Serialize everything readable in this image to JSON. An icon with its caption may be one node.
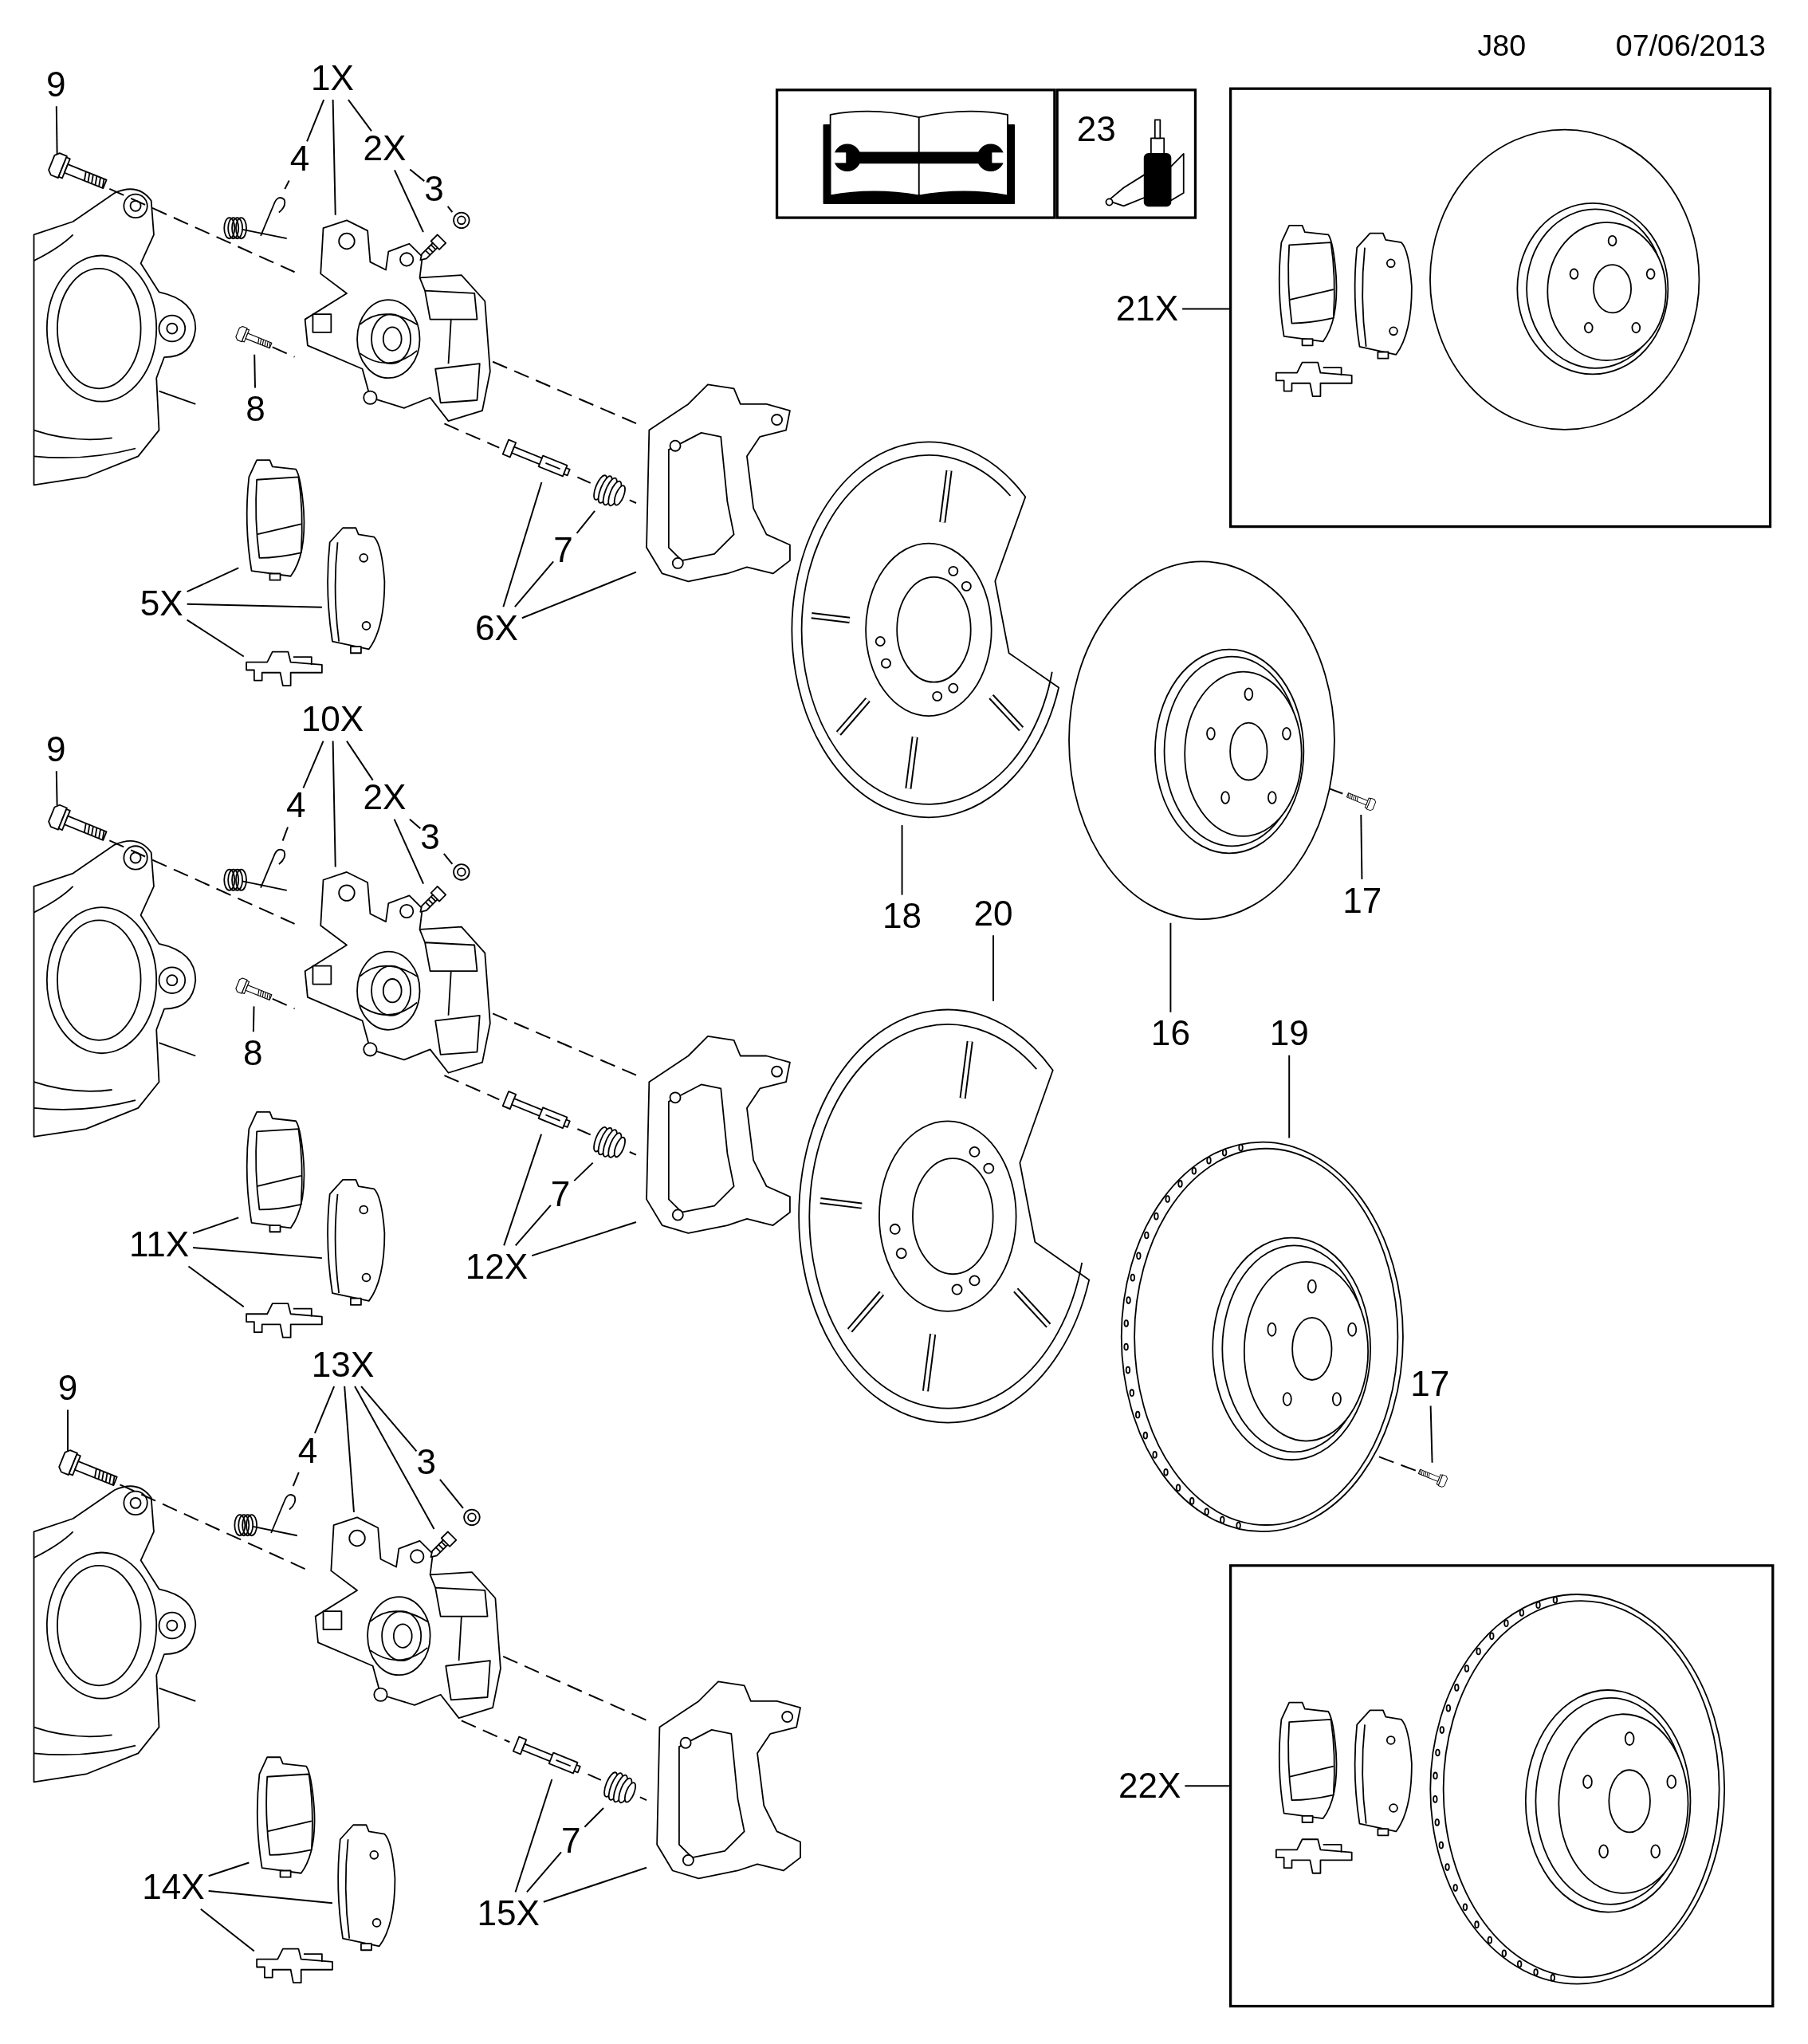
{
  "diagram": {
    "nodes": [
      {
        "text": [
          "9"
        ]
      },
      {
        "text": [],
        "shape": "picture"
      },
      {
        "text": [
          "1X"
        ]
      },
      {
        "text": [],
        "shape": "picture"
      },
      {
        "text": [
          "4"
        ]
      },
      {
        "text": [],
        "shape": "picture"
      },
      {
        "text": [
          "2X"
        ]
      },
      {
        "text": [],
        "shape": "picture"
      },
      {
        "text": [
          "3"
        ]
      },
      {
        "text": [],
        "shape": "picture"
      },
      {
        "text": [
          "8"
        ]
      },
      {
        "text": [],
        "shape": "picture"
      },
      {
        "text": [
          "7"
        ]
      },
      {
        "text": [],
        "shape": "picture"
      },
      {
        "text": [
          "5X"
        ]
      },
      {
        "text": [],
        "shape": "picture"
      },
      {
        "text": [],
        "shape": "picture"
      },
      {
        "text": [],
        "shape": "picture"
      },
      {
        "text": [
          "6X"
        ]
      },
      {
        "text": [],
        "shape": "picture"
      },
      {
        "text": [],
        "shape": "picture"
      },
      {
        "text": [
          "9"
        ]
      },
      {
        "text": [],
        "shape": "picture"
      },
      {
        "text": [
          "10X"
        ]
      },
      {
        "text": [],
        "shape": "picture"
      },
      {
        "text": [
          "4"
        ]
      },
      {
        "text": [],
        "shape": "picture"
      },
      {
        "text": [
          "2X"
        ]
      },
      {
        "text": [],
        "shape": "picture"
      },
      {
        "text": [
          "3"
        ]
      },
      {
        "text": [],
        "shape": "picture"
      },
      {
        "text": [
          "8"
        ]
      },
      {
        "text": [],
        "shape": "picture"
      },
      {
        "text": [
          "7"
        ]
      },
      {
        "text": [],
        "shape": "picture"
      },
      {
        "text": [
          "11X"
        ]
      },
      {
        "text": [],
        "shape": "picture"
      },
      {
        "text": [],
        "shape": "picture"
      },
      {
        "text": [],
        "shape": "picture"
      },
      {
        "text": [
          "12X"
        ]
      },
      {
        "text": [],
        "shape": "picture"
      },
      {
        "text": [],
        "shape": "picture"
      },
      {
        "text": [
          "9"
        ]
      },
      {
        "text": [],
        "shape": "picture"
      },
      {
        "text": [
          "13X"
        ]
      },
      {
        "text": [],
        "shape": "picture"
      },
      {
        "text": [
          "4"
        ]
      },
      {
        "text": [],
        "shape": "picture"
      },
      {
        "text": [
          "3"
        ]
      },
      {
        "text": [],
        "shape": "picture"
      },
      {
        "text": [],
        "shape": "picture"
      },
      {
        "text": [
          "7"
        ]
      },
      {
        "text": [],
        "shape": "picture"
      },
      {
        "text": [
          "14X"
        ]
      },
      {
        "text": [],
        "shape": "picture"
      },
      {
        "text": [],
        "shape": "picture"
      },
      {
        "text": [],
        "shape": "picture"
      },
      {
        "text": [
          "15X"
        ]
      },
      {
        "text": [],
        "shape": "picture"
      },
      {
        "text": [],
        "shape": "picture"
      },
      {
        "text": [],
        "shape": "box"
      },
      {
        "text": [
          "23"
        ]
      },
      {
        "text": [],
        "shape": "box"
      },
      {
        "text": [
          "21X"
        ]
      },
      {
        "text": [],
        "shape": "picture"
      },
      {
        "text": [
          "18"
        ]
      },
      {
        "text": [],
        "shape": "picture"
      },
      {
        "text": [],
        "shape": "picture"
      },
      {
        "text": [
          "17"
        ]
      },
      {
        "text": [
          "16"
        ]
      },
      {
        "text": [
          "20"
        ]
      },
      {
        "text": [],
        "shape": "picture"
      },
      {
        "text": [
          "19"
        ]
      },
      {
        "text": [],
        "shape": "picture"
      },
      {
        "text": [
          "17"
        ]
      },
      {
        "text": [],
        "shape": "picture"
      },
      {
        "text": [],
        "shape": "box"
      },
      {
        "text": [
          "22X"
        ]
      }
    ],
    "edges": [
      {
        "from": 0,
        "to": 1,
        "arrow": "none"
      },
      {
        "from": 2,
        "to": 4,
        "arrow": "none"
      },
      {
        "from": 2,
        "to": 3,
        "arrow": "none"
      },
      {
        "from": 2,
        "to": 6,
        "arrow": "none"
      },
      {
        "from": 4,
        "to": 5,
        "arrow": "none"
      },
      {
        "from": 6,
        "to": 7,
        "arrow": "none"
      },
      {
        "from": 6,
        "to": 8,
        "arrow": "none"
      },
      {
        "from": 8,
        "to": 9,
        "arrow": "none"
      },
      {
        "from": 10,
        "to": 11,
        "arrow": "none"
      },
      {
        "from": 12,
        "to": 13,
        "arrow": "none"
      },
      {
        "from": 14,
        "to": 15,
        "arrow": "none"
      },
      {
        "from": 14,
        "to": 16,
        "arrow": "none"
      },
      {
        "from": 14,
        "to": 17,
        "arrow": "none"
      },
      {
        "from": 18,
        "to": 19,
        "arrow": "none"
      },
      {
        "from": 18,
        "to": 12,
        "arrow": "none"
      },
      {
        "from": 18,
        "to": 20,
        "arrow": "none"
      },
      {
        "from": 21,
        "to": 22,
        "arrow": "none"
      },
      {
        "from": 23,
        "to": 25,
        "arrow": "none"
      },
      {
        "from": 23,
        "to": 24,
        "arrow": "none"
      },
      {
        "from": 23,
        "to": 27,
        "arrow": "none"
      },
      {
        "from": 25,
        "to": 26,
        "arrow": "none"
      },
      {
        "from": 27,
        "to": 28,
        "arrow": "none"
      },
      {
        "from": 27,
        "to": 29,
        "arrow": "none"
      },
      {
        "from": 29,
        "to": 30,
        "arrow": "none"
      },
      {
        "from": 31,
        "to": 32,
        "arrow": "none"
      },
      {
        "from": 33,
        "to": 34,
        "arrow": "none"
      },
      {
        "from": 35,
        "to": 36,
        "arrow": "none"
      },
      {
        "from": 35,
        "to": 37,
        "arrow": "none"
      },
      {
        "from": 35,
        "to": 38,
        "arrow": "none"
      },
      {
        "from": 39,
        "to": 40,
        "arrow": "none"
      },
      {
        "from": 39,
        "to": 33,
        "arrow": "none"
      },
      {
        "from": 39,
        "to": 41,
        "arrow": "none"
      },
      {
        "from": 42,
        "to": 43,
        "arrow": "none"
      },
      {
        "from": 44,
        "to": 46,
        "arrow": "none"
      },
      {
        "from": 44,
        "to": 45,
        "arrow": "none"
      },
      {
        "from": 44,
        "to": 48,
        "arrow": "none"
      },
      {
        "from": 44,
        "to": 49,
        "arrow": "none"
      },
      {
        "from": 46,
        "to": 47,
        "arrow": "none"
      },
      {
        "from": 48,
        "to": 50,
        "arrow": "none"
      },
      {
        "from": 51,
        "to": 52,
        "arrow": "none"
      },
      {
        "from": 53,
        "to": 54,
        "arrow": "none"
      },
      {
        "from": 53,
        "to": 55,
        "arrow": "none"
      },
      {
        "from": 53,
        "to": 56,
        "arrow": "none"
      },
      {
        "from": 57,
        "to": 58,
        "arrow": "none"
      },
      {
        "from": 57,
        "to": 51,
        "arrow": "none"
      },
      {
        "from": 57,
        "to": 59,
        "arrow": "none"
      },
      {
        "from": 63,
        "to": 62,
        "arrow": "none"
      },
      {
        "from": 65,
        "to": 64,
        "arrow": "none"
      },
      {
        "from": 69,
        "to": 66,
        "arrow": "none"
      },
      {
        "from": 68,
        "to": 67,
        "arrow": "none"
      },
      {
        "from": 70,
        "to": 71,
        "arrow": "none"
      },
      {
        "from": 72,
        "to": 73,
        "arrow": "none"
      },
      {
        "from": 74,
        "to": 75,
        "arrow": "none"
      },
      {
        "from": 77,
        "to": 76,
        "arrow": "none"
      },
      {
        "from": 1,
        "to": 3,
        "arrow": "none",
        "style": "dashed"
      },
      {
        "from": 3,
        "to": 20,
        "arrow": "none",
        "style": "dashed"
      },
      {
        "from": 11,
        "to": 3,
        "arrow": "none",
        "style": "dashed"
      },
      {
        "from": 3,
        "to": 19,
        "arrow": "none",
        "style": "dashed"
      },
      {
        "from": 19,
        "to": 13,
        "arrow": "none",
        "style": "dashed"
      },
      {
        "from": 13,
        "to": 20,
        "arrow": "none",
        "style": "dashed"
      },
      {
        "from": 22,
        "to": 24,
        "arrow": "none",
        "style": "dashed"
      },
      {
        "from": 24,
        "to": 41,
        "arrow": "none",
        "style": "dashed"
      },
      {
        "from": 32,
        "to": 24,
        "arrow": "none",
        "style": "dashed"
      },
      {
        "from": 24,
        "to": 40,
        "arrow": "none",
        "style": "dashed"
      },
      {
        "from": 40,
        "to": 34,
        "arrow": "none",
        "style": "dashed"
      },
      {
        "from": 34,
        "to": 41,
        "arrow": "none",
        "style": "dashed"
      },
      {
        "from": 43,
        "to": 45,
        "arrow": "none",
        "style": "dashed"
      },
      {
        "from": 45,
        "to": 59,
        "arrow": "none",
        "style": "dashed"
      },
      {
        "from": 45,
        "to": 58,
        "arrow": "none",
        "style": "dashed"
      },
      {
        "from": 58,
        "to": 52,
        "arrow": "none",
        "style": "dashed"
      },
      {
        "from": 52,
        "to": 59,
        "arrow": "none",
        "style": "dashed"
      },
      {
        "from": 67,
        "to": 66,
        "arrow": "none",
        "style": "dashed"
      },
      {
        "from": 75,
        "to": 73,
        "arrow": "none",
        "style": "dashed"
      }
    ],
    "labels": [
      "J80",
      "07/06/2013"
    ]
  }
}
